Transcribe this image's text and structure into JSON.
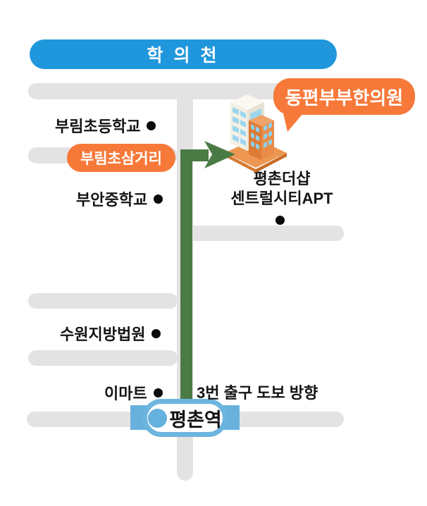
{
  "banner": {
    "label": "학 의 천",
    "color": "#2097DC"
  },
  "clinic_callout": {
    "label": "동편부부한의원",
    "color": "#F7793A"
  },
  "junction": {
    "label": "부림초삼거리",
    "color": "#F7793A"
  },
  "landmarks": {
    "burim_elementary": {
      "label": "부림초등학교"
    },
    "buan_middle": {
      "label": "부안중학교"
    },
    "suwon_court": {
      "label": "수원지방법원"
    },
    "emart": {
      "label": "이마트"
    }
  },
  "apartment": {
    "line1": "평촌더샵",
    "line2": "센트럴시티APT"
  },
  "route": {
    "note": "3번 출구 도보 방향",
    "color": "#4B7B45"
  },
  "station": {
    "label": "평촌역",
    "line_color": "#68B1DD"
  },
  "colors": {
    "road": "#E3E3E3",
    "orange": "#F7793A",
    "banner_blue": "#2097DC",
    "subway_blue": "#68B1DD",
    "route_green": "#4B7B45"
  }
}
